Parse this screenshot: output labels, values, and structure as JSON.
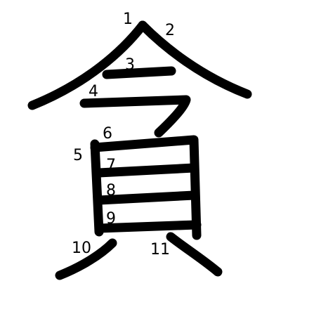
{
  "character": {
    "stroke_color": "#000000",
    "label_color": "#000000",
    "stroke_count": 11,
    "stroke_numbers": [
      "1",
      "2",
      "3",
      "4",
      "5",
      "6",
      "7",
      "8",
      "9",
      "10",
      "11"
    ]
  }
}
